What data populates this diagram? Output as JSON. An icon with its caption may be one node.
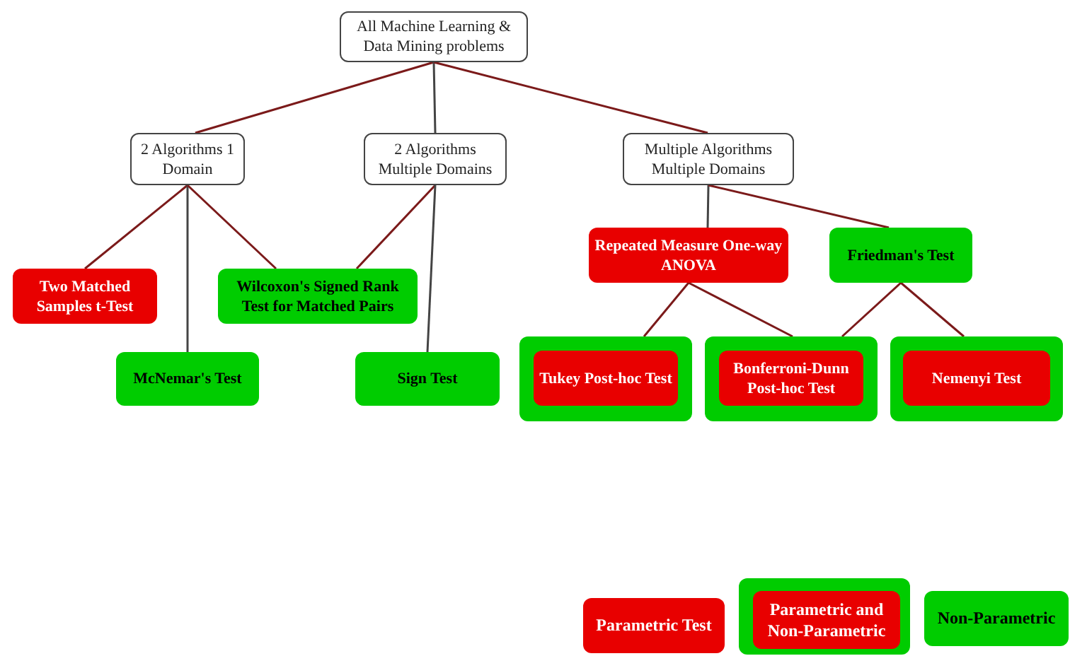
{
  "diagram": {
    "nodes": [
      {
        "text": [
          "All Machine Learning & Data Mining problems"
        ]
      },
      {
        "text": [
          "2 Algorithms 1 Domain"
        ]
      },
      {
        "text": [
          "2 Algorithms Multiple Domains"
        ]
      },
      {
        "text": [
          "Multiple Algorithms Multiple Domains"
        ]
      },
      {
        "text": [
          "Two Matched Samples t-Test"
        ]
      },
      {
        "text": [
          "Wilcoxon's Signed Rank Test for Matched Pairs"
        ]
      },
      {
        "text": [
          "Repeated Measure One-way ANOVA"
        ]
      },
      {
        "text": [
          "Friedman's Test"
        ]
      },
      {
        "text": [
          "McNemar's Test"
        ]
      },
      {
        "text": [
          "Sign Test"
        ]
      },
      {
        "text": [],
        "shape": "box"
      },
      {
        "text": [
          "Tukey Post-hoc Test"
        ],
        "in": 10
      },
      {
        "text": [],
        "shape": "box"
      },
      {
        "text": [
          "Bonferroni-Dunn Post-hoc Test"
        ],
        "in": 12
      },
      {
        "text": [],
        "shape": "box"
      },
      {
        "text": [
          "Nemenyi Test"
        ],
        "in": 14
      }
    ],
    "edges": [
      {
        "from": 0,
        "to": 1,
        "arrow": "none"
      },
      {
        "from": 0,
        "to": 2,
        "arrow": "none",
        "color": "#444444"
      },
      {
        "from": 0,
        "to": 3,
        "arrow": "none"
      },
      {
        "from": 1,
        "to": 4,
        "arrow": "none"
      },
      {
        "from": 1,
        "to": 8,
        "arrow": "none",
        "color": "#444444"
      },
      {
        "from": 1,
        "to": 5,
        "arrow": "none"
      },
      {
        "from": 2,
        "to": 5,
        "arrow": "none"
      },
      {
        "from": 2,
        "to": 9,
        "arrow": "none",
        "color": "#444444"
      },
      {
        "from": 3,
        "to": 6,
        "arrow": "none",
        "color": "#444444"
      },
      {
        "from": 3,
        "to": 7,
        "arrow": "none"
      },
      {
        "from": 6,
        "to": 10,
        "arrow": "none"
      },
      {
        "from": 6,
        "to": 12,
        "arrow": "none"
      },
      {
        "from": 7,
        "to": 12,
        "arrow": "none"
      },
      {
        "from": 7,
        "to": 14,
        "arrow": "none"
      }
    ],
    "legend": [
      {
        "text": "Parametric Test",
        "color": "#e80000"
      },
      {
        "text": "Parametric and Non-Parametric"
      },
      {
        "text": "Non-Parametric",
        "color": "#00cc00"
      }
    ]
  }
}
